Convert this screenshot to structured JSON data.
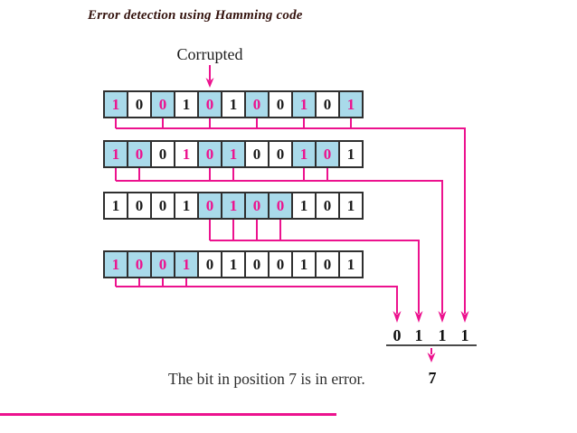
{
  "title": "Error detection using Hamming code",
  "corrupted_label": "Corrupted",
  "codeword": [
    "1",
    "0",
    "0",
    "1",
    "0",
    "1",
    "0",
    "0",
    "1",
    "0",
    "1"
  ],
  "rows": [
    {
      "check": "parity-check-d1",
      "bits": [
        "1",
        "0",
        "0",
        "1",
        "0",
        "1",
        "0",
        "0",
        "1",
        "0",
        "1"
      ],
      "highlighted_cells": [
        0,
        2,
        4,
        6,
        8,
        10
      ],
      "pink_digits": [
        0,
        2,
        4,
        6,
        8,
        10
      ]
    },
    {
      "check": "parity-check-d2",
      "bits": [
        "1",
        "0",
        "0",
        "1",
        "0",
        "1",
        "0",
        "0",
        "1",
        "0",
        "1"
      ],
      "highlighted_cells": [
        0,
        1,
        4,
        5,
        8,
        9
      ],
      "pink_digits": [
        0,
        1,
        3,
        4,
        5,
        8,
        9
      ]
    },
    {
      "check": "parity-check-d4",
      "bits": [
        "1",
        "0",
        "0",
        "1",
        "0",
        "1",
        "0",
        "0",
        "1",
        "0",
        "1"
      ],
      "highlighted_cells": [
        4,
        5,
        6,
        7
      ],
      "pink_digits": [
        4,
        5,
        6,
        7
      ]
    },
    {
      "check": "parity-check-d8",
      "bits": [
        "1",
        "0",
        "0",
        "1",
        "0",
        "1",
        "0",
        "0",
        "1",
        "0",
        "1"
      ],
      "highlighted_cells": [
        0,
        1,
        2,
        3
      ],
      "pink_digits": [
        0,
        1,
        2,
        3
      ]
    }
  ],
  "syndrome_bits": [
    "0",
    "1",
    "1",
    "1"
  ],
  "conclusion": {
    "text": "The bit in position 7 is in error.",
    "error_position": "7"
  },
  "colors": {
    "magenta": "#ec128e",
    "highlight": "#a9daea",
    "border": "#2f2f2f",
    "title": "#33120d"
  }
}
